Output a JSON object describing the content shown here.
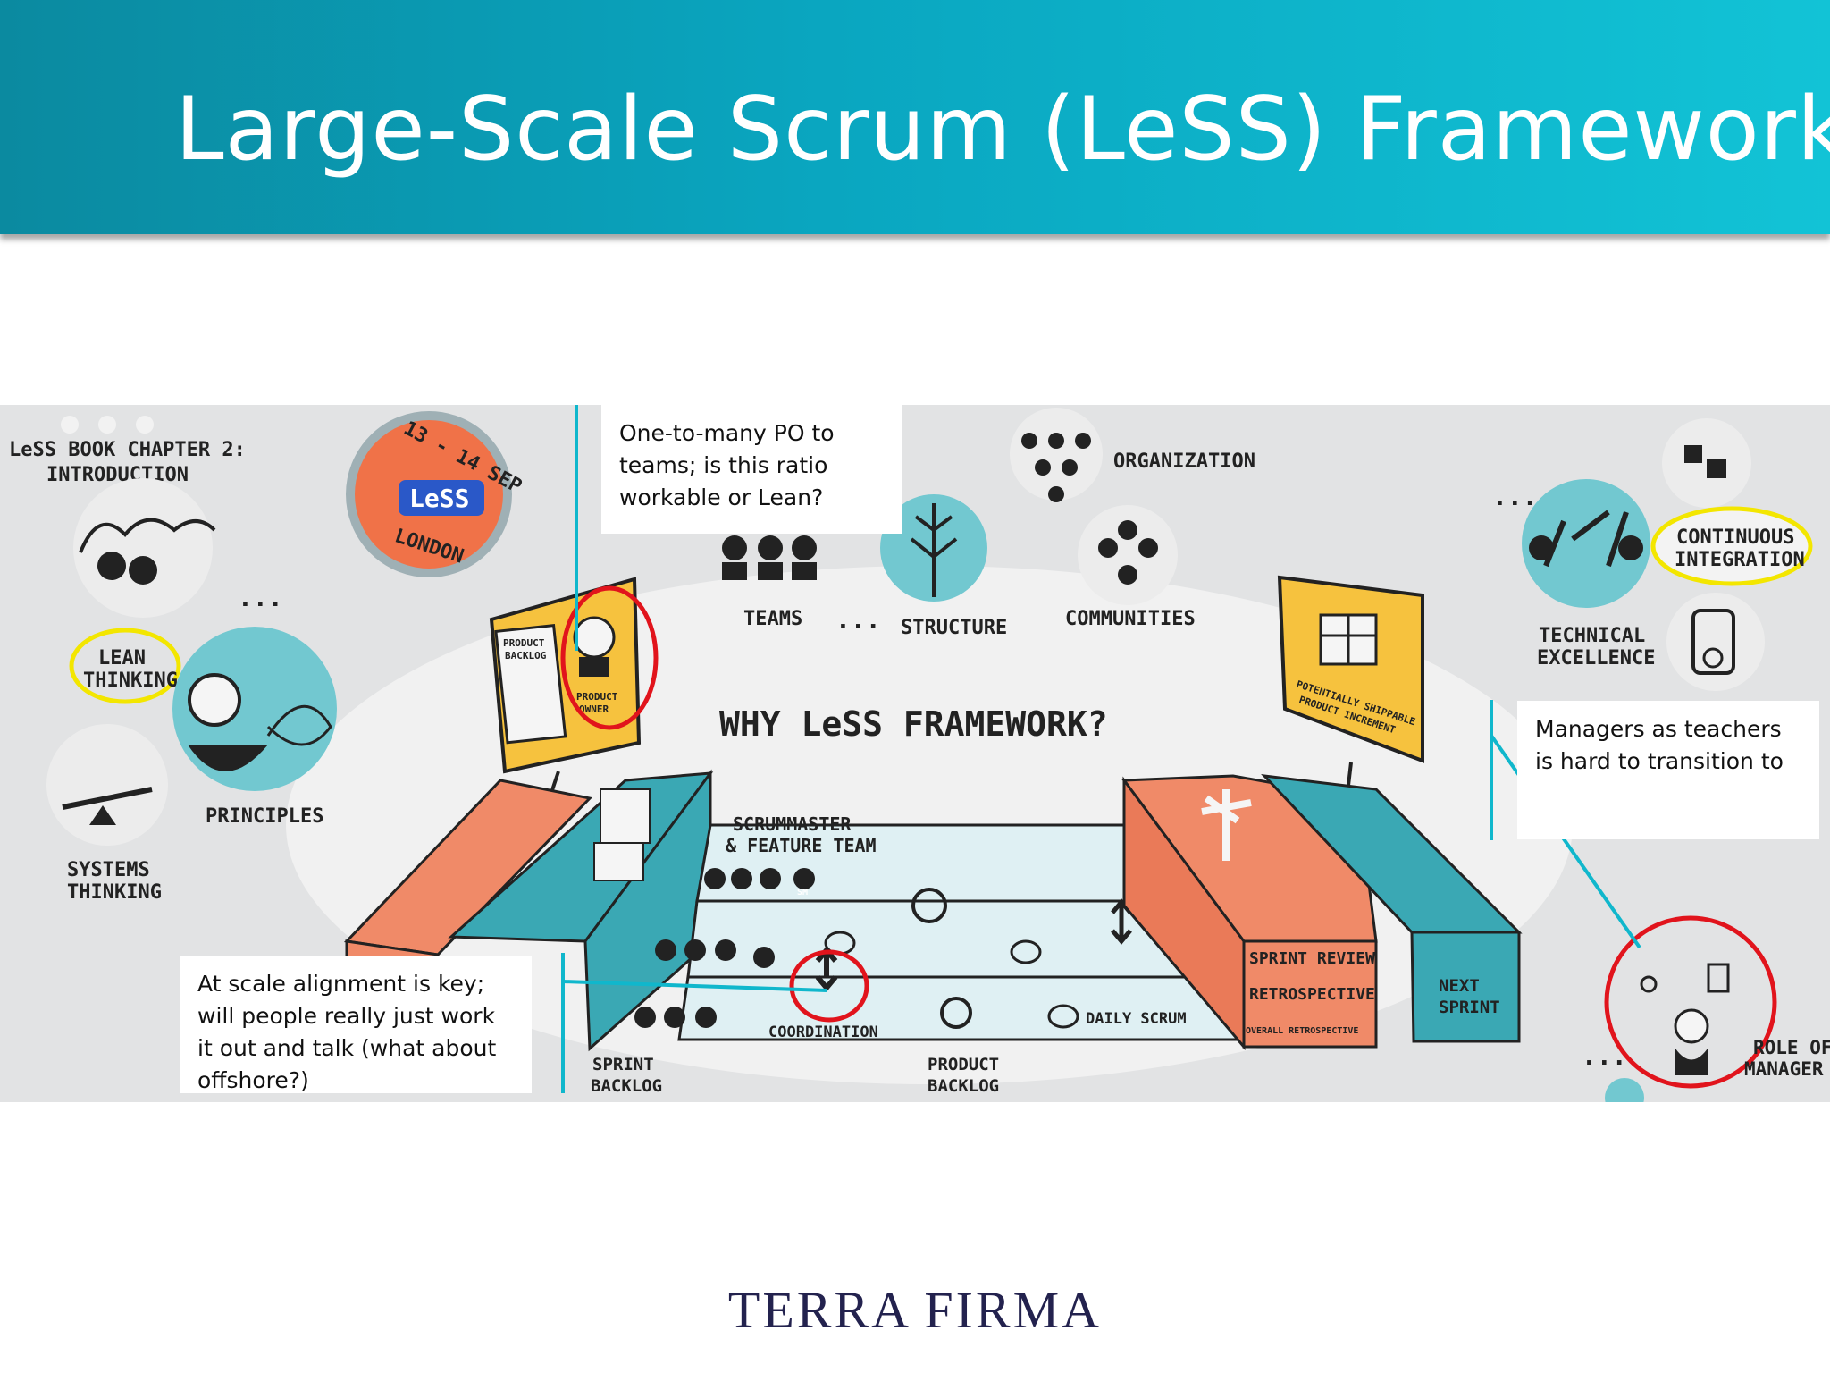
{
  "slide": {
    "title": "Large-Scale Scrum (LeSS) Framework",
    "footer_brand": "TERRA FIRMA"
  },
  "sketch": {
    "badge": {
      "date": "13 - 14 SEP",
      "logo": "LeSS",
      "city": "LONDON"
    },
    "chapter": "LeSS BOOK CHAPTER 2:",
    "chapter_sub": "INTRODUCTION",
    "center_title": "WHY LeSS FRAMEWORK?",
    "labels": {
      "lean_thinking_1": "LEAN",
      "lean_thinking_2": "THINKING",
      "principles": "PRINCIPLES",
      "systems_1": "SYSTEMS",
      "systems_2": "THINKING",
      "teams": "TEAMS",
      "structure": "STRUCTURE",
      "organization": "ORGANIZATION",
      "communities": "COMMUNITIES",
      "continuous_1": "CONTINUOUS",
      "continuous_2": "INTEGRATION",
      "technical_1": "TECHNICAL",
      "technical_2": "EXCELLENCE",
      "product_owner_1": "PRODUCT",
      "product_owner_2": "OWNER",
      "product_backlog_flag_1": "PRODUCT",
      "product_backlog_flag_2": "BACKLOG",
      "increment_1": "POTENTIALLY SHIPPABLE",
      "increment_2": "PRODUCT INCREMENT",
      "scrummaster_1": "SCRUMMASTER",
      "scrummaster_2": "& FEATURE TEAM",
      "coordination": "COORDINATION",
      "sprint_backlog_1": "SPRINT",
      "sprint_backlog_2": "BACKLOG",
      "product_backlog_1": "PRODUCT",
      "product_backlog_2": "BACKLOG",
      "daily_scrum": "DAILY SCRUM",
      "sprint_review": "SPRINT REVIEW",
      "retrospective": "RETROSPECTIVE",
      "overall_retro": "OVERALL RETROSPECTIVE",
      "next_sprint_1": "NEXT",
      "next_sprint_2": "SPRINT",
      "role_manager_1": "ROLE OF",
      "role_manager_2": "MANAGER",
      "sm": "SM",
      "ellipsis": "..."
    }
  },
  "callouts": {
    "po_ratio": "One-to-many PO to teams; is this ratio workable or Lean?",
    "managers": "Managers as teachers is hard to transition to",
    "alignment": "At scale alignment is key; will people really just work it out and talk (what about offshore?)"
  },
  "colors": {
    "header_start": "#0b8aa0",
    "header_end": "#12c3d6",
    "teal": "#72c8d0",
    "orange": "#f08a68",
    "yellow": "#f6c23e",
    "highlight_red": "#e1141c",
    "highlight_yellow": "#f3e600",
    "connector": "#10b7cc"
  }
}
